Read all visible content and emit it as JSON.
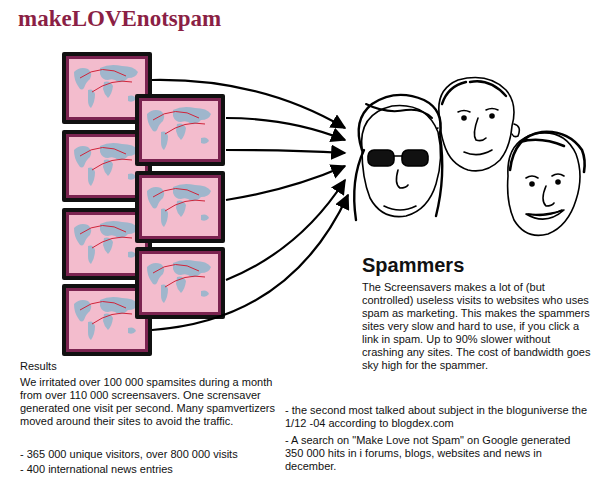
{
  "diagram": {
    "title": "makeLOVEnotspam",
    "nodes": [
      {
        "text": [
          "Spammers",
          "The Screensavers makes a lot of (but controlled) useless visits to websites who uses spam as marketing. This makes the spammers sites very slow and hard to use, if you click a link in spam. Up to 90% slower without crashing any sites. The cost of bandwidth goes sky high for the spammer."
        ]
      }
    ],
    "labels": [
      "Results",
      "We irritated over 100 000 spamsites during a month from over 110 000 screensavers. One scrensaver generated one visit per second. Many spamvertizers moved around their sites to avoid the traffic.",
      "- 365 000 unique visitors, over 800 000 visits",
      "- 400 international news entries",
      "- the second most talked about subject in the bloguniverse the 1/12 -04 according to blogdex.com",
      "- A search on \"Make Love not Spam\" on Google generated 350 000 hits in i forums, blogs, websites and news in december."
    ]
  }
}
